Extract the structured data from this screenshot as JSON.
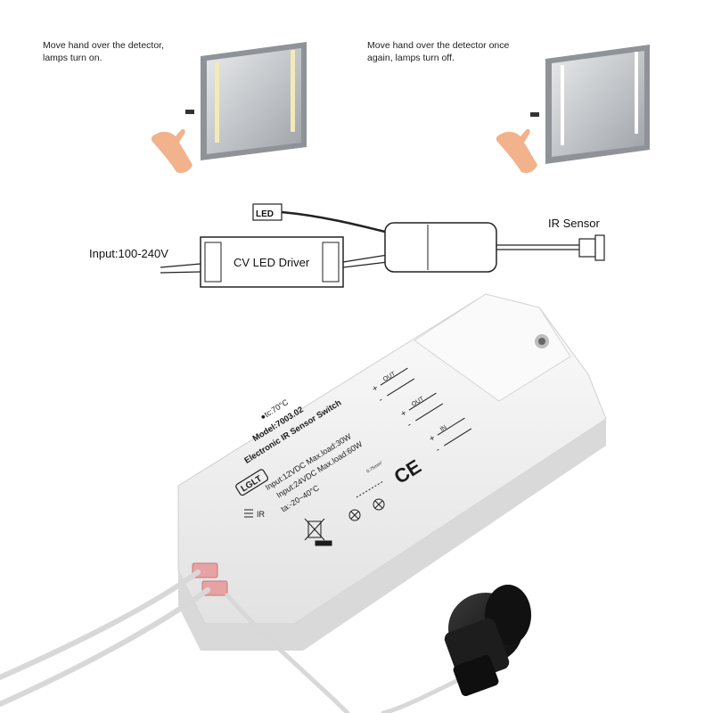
{
  "steps": [
    {
      "caption_line1": "Move hand over the detector,",
      "caption_line2": "lamps turn on."
    },
    {
      "caption_line1": "Move hand over the detector once",
      "caption_line2": "again, lamps turn off."
    }
  ],
  "wiring": {
    "led_label": "LED",
    "driver_label": "CV LED Driver",
    "input_label": "Input:100-240V",
    "sensor_label": "IR Sensor"
  },
  "device": {
    "brand": "LGLT",
    "tc": "●tc:70°C",
    "model": "Model:7003.02",
    "name": "Electronic IR Sensor Switch",
    "input12": "Input:12VDC Max.load:30W",
    "input24": "Input:24VDC Max.load:60W",
    "ta": "ta:-20~40°C",
    "ir_mark": "IR",
    "out1": "OUT",
    "out2": "OUT",
    "in": "IN",
    "plus": "+",
    "minus": "-",
    "ce": "CE",
    "connector_note": "0.75mm²"
  },
  "colors": {
    "lamp_on": "#f3eab8",
    "lamp_off": "#ffffff",
    "mirror": "#a9acb0",
    "skin": "#f1b28c",
    "case": "#f2f2f2",
    "connector": "#e7a3a3",
    "sensor": "#1a1a1a"
  }
}
